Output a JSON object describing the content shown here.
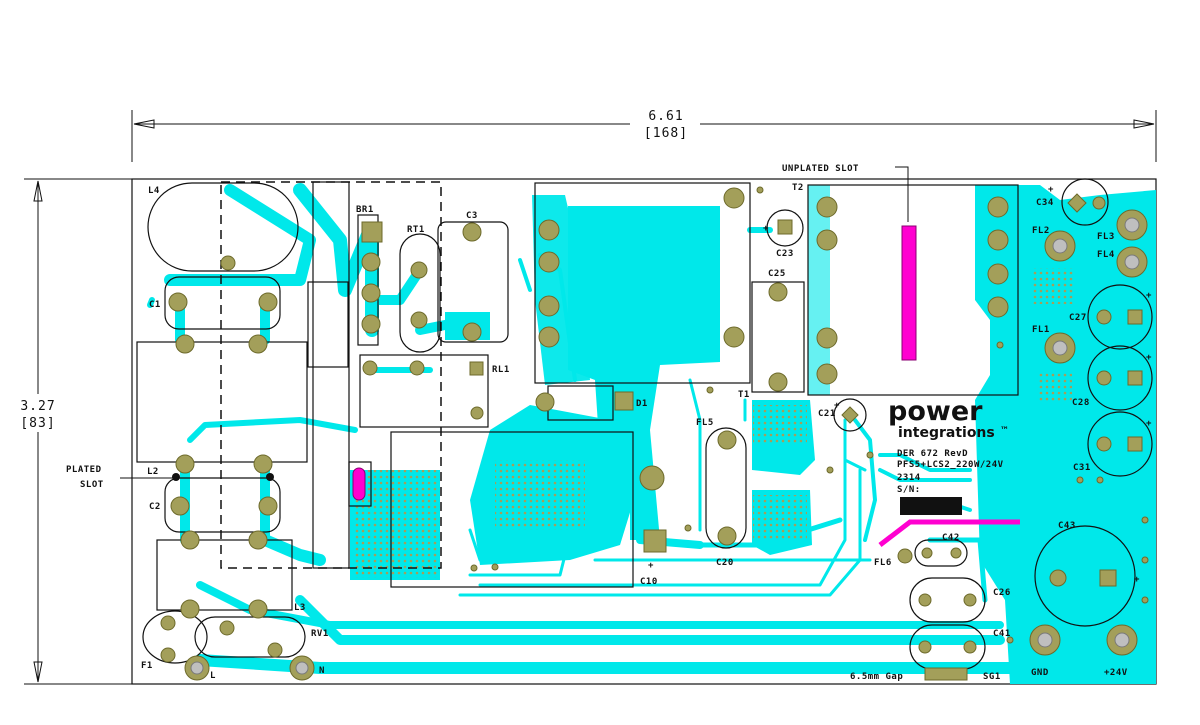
{
  "dimensions": {
    "width_in": "6.61",
    "width_mm": "[168]",
    "height_in": "3.27",
    "height_mm": "[83]"
  },
  "callouts": {
    "unplated_slot": "UNPLATED SLOT",
    "plated_slot_line1": "PLATED",
    "plated_slot_line2": "SLOT"
  },
  "branding": {
    "logo_word1": "power",
    "logo_word2": "integrations",
    "trademark": "™",
    "board_id": "DER 672 RevD",
    "board_desc": "PFS5+LCS2_220W/24V",
    "date_code": "2314",
    "serial_label": "S/N:"
  },
  "gap_label": "6.5mm Gap",
  "terminals": {
    "line": "L",
    "neutral": "N",
    "ground": "GND",
    "output": "+24V"
  },
  "designators": {
    "L4": "L4",
    "C1": "C1",
    "L2": "L2",
    "C2": "C2",
    "L3": "L3",
    "F1": "F1",
    "RV1": "RV1",
    "BR1": "BR1",
    "RT1": "RT1",
    "C3": "C3",
    "RL1": "RL1",
    "D1": "D1",
    "C10": "C10",
    "FL5": "FL5",
    "C20": "C20",
    "T1": "T1",
    "C25": "C25",
    "C23": "C23",
    "T2": "T2",
    "C21": "C21",
    "FL6": "FL6",
    "C42": "C42",
    "C26": "C26",
    "C41": "C41",
    "SG1": "SG1",
    "C34": "C34",
    "FL2": "FL2",
    "FL3": "FL3",
    "FL4": "FL4",
    "FL1": "FL1",
    "C27": "C27",
    "C28": "C28",
    "C31": "C31",
    "C43": "C43"
  },
  "polarity_mark": "+",
  "colors": {
    "copper": "#00e8ea",
    "slot": "#ff00d0",
    "pad": "#a39f5a",
    "outline": "#111111"
  }
}
